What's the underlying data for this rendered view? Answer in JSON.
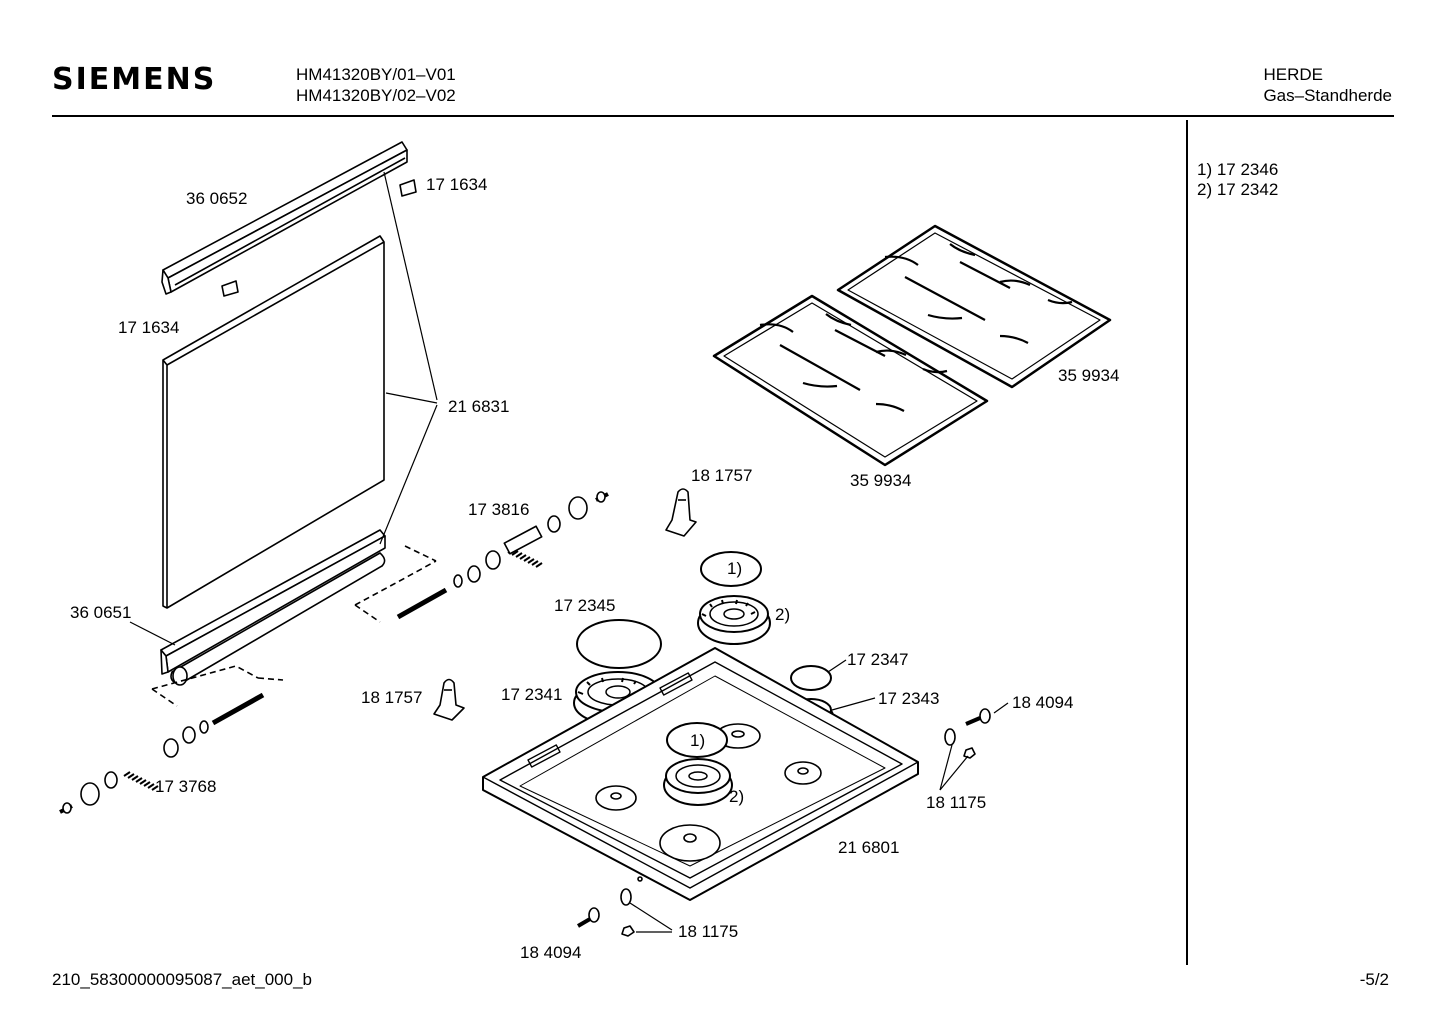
{
  "header": {
    "brand": "SIEMENS",
    "model_line_1": "HM41320BY/01–V01",
    "model_line_2": "HM41320BY/02–V02",
    "category_line_1": "HERDE",
    "category_line_2": "Gas–Standherde"
  },
  "notes": {
    "note_1": "1)  17 2346",
    "note_2": "2)  17 2342"
  },
  "labels": {
    "profile_top": "36 0652",
    "clip_top_right": "17 1634",
    "clip_top_left": "17 1634",
    "glass_panel": "21 6831",
    "profile_bottom": "36 0651",
    "hinge_set_upper": "17 3816",
    "hinge_set_lower": "17 3768",
    "bracket_upper": "18 1757",
    "bracket_lower": "18 1757",
    "pan_support_right": "35 9934",
    "pan_support_left": "35 9934",
    "burner_cap_large": "17 2345",
    "burner_large": "17 2341",
    "burner_cap_small": "17 2347",
    "burner_small": "17 2343",
    "screw_right": "18 4094",
    "washer_nut_right": "18 1175",
    "hob_tray": "21 6801",
    "screw_bottom": "18 4094",
    "washer_nut_bottom": "18 1175",
    "ref_1_upper": "1)",
    "ref_2_upper": "2)",
    "ref_1_lower": "1)",
    "ref_2_lower": "2)"
  },
  "footer": {
    "doc_code": "210_58300000095087_aet_000_b",
    "page": "-5/2"
  }
}
